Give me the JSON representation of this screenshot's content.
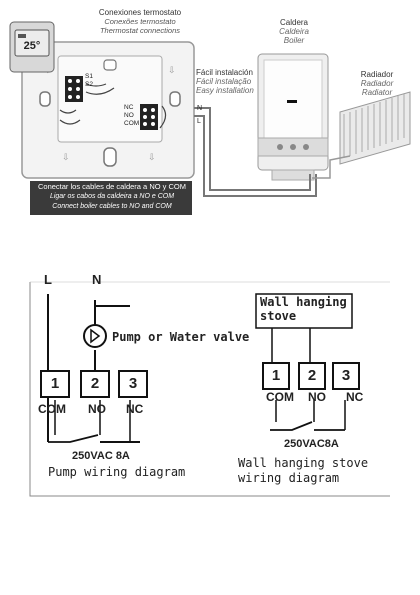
{
  "thermostat": {
    "title": "Conexiones termostato",
    "title_pt": "Conexões termostato",
    "title_en": "Thermostat connections",
    "display_value": "25°",
    "terminals": {
      "s1": "S1",
      "s2": "S2",
      "nc": "NC",
      "no": "NO",
      "com": "COM"
    }
  },
  "instruction": {
    "es": "Conectar los cables de caldera a NO y COM",
    "pt": "Ligar os cabos da caldeira a NO e COM",
    "en": "Connect boiler cables to NO and COM"
  },
  "easy_install": {
    "es": "Fácil instalación",
    "pt": "Fácil instalação",
    "en": "Easy installation"
  },
  "boiler": {
    "es": "Caldera",
    "pt": "Caldeira",
    "en": "Boiler"
  },
  "radiator": {
    "es": "Radiador",
    "pt": "Radiador",
    "en": "Radiator"
  },
  "line_labels": {
    "n": "N",
    "l": "L"
  },
  "pump_diagram": {
    "line_l": "L",
    "line_n": "N",
    "pump_label": "Pump or Water valve",
    "terminals": [
      "1",
      "2",
      "3"
    ],
    "terminal_names": [
      "COM",
      "NO",
      "NC"
    ],
    "rating": "250VAC 8A",
    "caption": "Pump wiring diagram"
  },
  "stove_diagram": {
    "box_label_line1": "Wall hanging",
    "box_label_line2": "stove",
    "terminals": [
      "1",
      "2",
      "3"
    ],
    "terminal_names": [
      "COM",
      "NO",
      "NC"
    ],
    "rating": "250VAC8A",
    "caption_line1": "Wall hanging stove",
    "caption_line2": "wiring diagram"
  }
}
